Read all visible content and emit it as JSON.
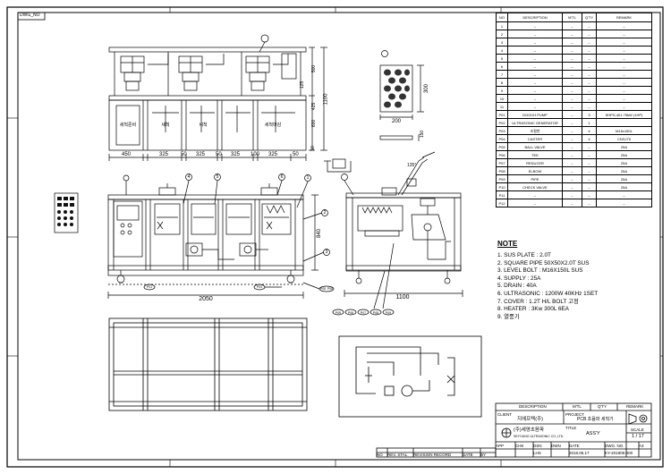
{
  "header": {
    "dwg_no_label": "DWG_NO"
  },
  "bom": {
    "columns": [
      "NO",
      "DESCRIPTION",
      "M'TL",
      "Q'TY",
      "REMARK"
    ],
    "rows": [
      [
        "1",
        "–",
        "–",
        "–",
        "–"
      ],
      [
        "2",
        "–",
        "–",
        "–",
        "–"
      ],
      [
        "3",
        "–",
        "–",
        "–",
        "–"
      ],
      [
        "4",
        "–",
        "–",
        "–",
        "–"
      ],
      [
        "5",
        "–",
        "–",
        "–",
        "–"
      ],
      [
        "6",
        "–",
        "–",
        "–",
        "–"
      ],
      [
        "7",
        "–",
        "–",
        "–",
        "–"
      ],
      [
        "8",
        "–",
        "–",
        "–",
        "–"
      ],
      [
        "9",
        "–",
        "–",
        "–",
        "–"
      ],
      [
        "10",
        "–",
        "–",
        "–",
        "–"
      ],
      [
        "11",
        "–",
        "–",
        "–",
        "–"
      ],
      [
        "P01",
        "DOOCH PUMP",
        "–",
        "3",
        "SHPS-401.75kW (1HP)"
      ],
      [
        "P02",
        "ULTRASONIC GENERATOR",
        "–",
        "1",
        ""
      ],
      [
        "P03",
        "조절판",
        "–",
        "4",
        "M16x150L"
      ],
      [
        "P04",
        "CASTER",
        "–",
        "4",
        "CNSJ75"
      ],
      [
        "P05",
        "BALL VALVE",
        "–",
        "–",
        "25A"
      ],
      [
        "P06",
        "TEE",
        "–",
        "–",
        "25A"
      ],
      [
        "P07",
        "REDUCER",
        "–",
        "–",
        "25A"
      ],
      [
        "P08",
        "ELBOW",
        "–",
        "–",
        "25A"
      ],
      [
        "P09",
        "PIPE",
        "–",
        "–",
        "25A"
      ],
      [
        "P10",
        "CHECK VALVE",
        "–",
        "–",
        "25A"
      ],
      [
        "P11",
        "–",
        "–",
        "–",
        "–"
      ],
      [
        "P12",
        "–",
        "–",
        "–",
        "–"
      ]
    ]
  },
  "notes": {
    "title": "NOTE",
    "items": [
      "1.  SUS PLATE : 2.0T",
      "2. SQUARE PIPE 50X50X2.0T SUS",
      "3. LEVEL BOLT : M16X150L SUS",
      "4. SUPPLY : 25A",
      "5. DRAIN : 40A",
      "6. ULTRASONIC : 1200W 40KHz 1SET",
      "7. COVER : 1.2T H/L BOLT 고정",
      "8. HEATER : 3Kw 300L 6EA",
      "9. 열풍기"
    ]
  },
  "front_view": {
    "labels": [
      "세척준비",
      "세척",
      "세척",
      "세척마감"
    ],
    "dims_right": [
      "500",
      "125",
      "425",
      "600",
      "50",
      "1100"
    ],
    "dims_bottom": [
      "450",
      "325",
      "50",
      "325",
      "50",
      "325",
      "100",
      "325",
      "50"
    ]
  },
  "small_view": {
    "width": "200",
    "height": "300",
    "side_dim": "150"
  },
  "assembly_view": {
    "overall_width": "2050",
    "height_dim": "840",
    "callouts": [
      "1",
      "2",
      "3",
      "4",
      "5",
      "6"
    ],
    "part_tags": [
      "P01",
      "P03",
      "P04",
      "P05",
      "P06"
    ]
  },
  "side_view": {
    "width": "1100",
    "angle": "135°",
    "part_tags": [
      "P05",
      "P06",
      "P07",
      "P08",
      "P09",
      "P10"
    ]
  },
  "title_block": {
    "headers": [
      "DESCRIPTION",
      "M'TL",
      "Q'TY",
      "REMARK"
    ],
    "client_label": "CLIENT",
    "client_value": "지에프텍(주)",
    "project_label": "PROJECT",
    "project_value": "PCB 초음파 세척기",
    "title_label": "TITLE",
    "title_value": "ASS'Y",
    "scale_label": "SCALE",
    "scale_value": "1 / 17",
    "company_kr": "(주)세영초음파",
    "company_en": "SEYOUNG ULTRASONIC CO.,LTD.",
    "sign_headers": [
      "APP",
      "CHK",
      "DSN",
      "DWN",
      "DATE",
      "DWG. NO.",
      "A3"
    ],
    "dsn_value": "LHS",
    "date_value": "2018.05.17",
    "dwg_no_value": "KY-201805-000",
    "revision_headers": [
      "NO",
      "REV. STAL",
      "REVISION RECORD",
      "DATE",
      "BY"
    ]
  }
}
